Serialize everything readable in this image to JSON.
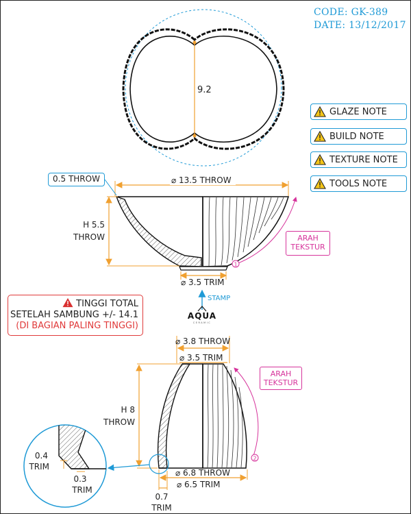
{
  "header": {
    "code": "CODE: GK-389",
    "date": "DATE: 13/12/2017"
  },
  "notes": [
    "GLAZE NOTE",
    "BUILD NOTE",
    "TEXTURE NOTE",
    "TOOLS NOTE"
  ],
  "top_view": {
    "diameter": "9.2"
  },
  "bowl": {
    "rim_thickness": "0.5 THROW",
    "width": "⌀ 13.5 THROW",
    "height_line1": "H 5.5",
    "height_line2": "THROW",
    "foot": "⌀ 3.5 TRIM",
    "texture_tag": [
      "ARAH",
      "TEKSTUR"
    ],
    "marker": "1"
  },
  "stamp": {
    "label": "STAMP",
    "logo": "AQUA",
    "logo_sub": "CERAMIC"
  },
  "alert": {
    "line1": "TINGGI TOTAL",
    "line2": "SETELAH SAMBUNG +/- 14.1",
    "line3": "(DI BAGIAN PALING TINGGI)"
  },
  "vase": {
    "top_outer": "⌀ 3.8 THROW",
    "top_inner": "⌀ 3.5 TRIM",
    "height_line1": "H 8",
    "height_line2": "THROW",
    "base_outer": "⌀ 6.8 THROW",
    "base_inner": "⌀ 6.5 TRIM",
    "wall_line1": "0.7",
    "wall_line2": "TRIM",
    "texture_tag": [
      "ARAH",
      "TEKSTUR"
    ],
    "marker": "2"
  },
  "detail": {
    "trim_a_line1": "0.4",
    "trim_a_line2": "TRIM",
    "trim_b_line1": "0.3",
    "trim_b_line2": "TRIM"
  },
  "colors": {
    "blue": "#1f9ad6",
    "orange": "#f0a030",
    "magenta": "#d6339b",
    "red": "#e03a3a"
  }
}
